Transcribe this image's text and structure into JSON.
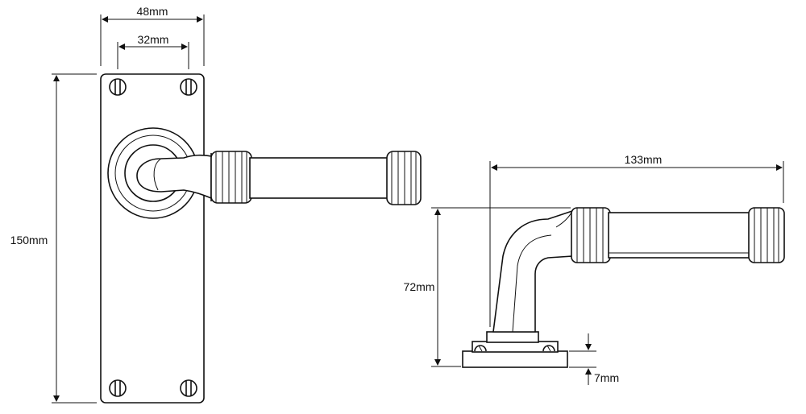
{
  "diagram": {
    "dimensions": {
      "plate_width": "48mm",
      "fixing_centres": "32mm",
      "plate_height": "150mm",
      "lever_length": "133mm",
      "projection": "72mm",
      "rose_thickness": "7mm"
    },
    "colors": {
      "line": "#111111",
      "background": "#ffffff"
    }
  }
}
